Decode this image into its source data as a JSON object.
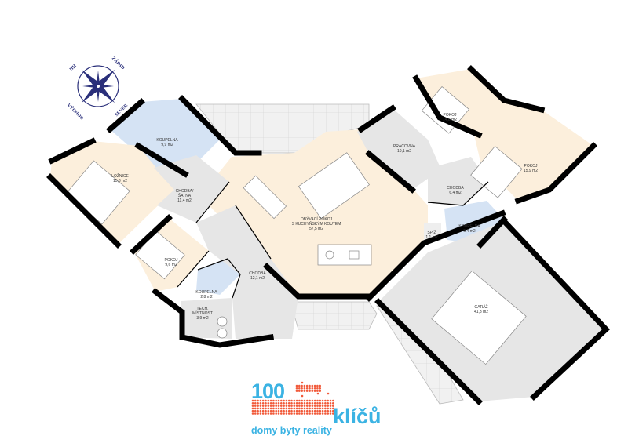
{
  "compass": {
    "jih": "JIH",
    "zapad": "ZÁPAD",
    "sever": "SEVER",
    "vychod": "VÝCHOD"
  },
  "rooms": {
    "koupelna1": {
      "name": "KOUPELNA",
      "area": "9,9 m2"
    },
    "loznice": {
      "name": "LOŽNICE",
      "area": "15,8 m2"
    },
    "chodba_satna": {
      "name": "CHODBA/",
      "name2": "ŠATNA",
      "area": "11,4 m2"
    },
    "pokoj1": {
      "name": "POKOJ",
      "area": "9,6 m2"
    },
    "koupelna2": {
      "name": "KOUPELNA",
      "area": "2,8 m2"
    },
    "tech": {
      "name": "TECH.",
      "name2": "MÍSTNOST",
      "area": "3,9 m2"
    },
    "chodba1": {
      "name": "CHODBA",
      "area": "12,1 m2"
    },
    "obyvaci": {
      "name": "OBÝVACÍ POKOJ",
      "name2": "S KUCHYŇSKÝM KOUTEM",
      "area": "57,5 m2"
    },
    "spiz": {
      "name": "SPÍŽ",
      "area": "1,1 m2"
    },
    "koupelna3": {
      "name": "KOUPELNA",
      "area": "5,4 m2"
    },
    "chodba2": {
      "name": "CHODBA",
      "area": "6,4 m2"
    },
    "pracovna": {
      "name": "PRACOVNA",
      "area": "10,1 m2"
    },
    "pokoj2": {
      "name": "POKOJ",
      "area": "14,8 m2"
    },
    "pokoj3": {
      "name": "POKOJ",
      "area": "15,9 m2"
    },
    "garaz": {
      "name": "GARÁŽ",
      "area": "41,3 m2"
    }
  },
  "logo": {
    "number": "100",
    "word": "klíčů",
    "tagline": "domy byty reality"
  },
  "colors": {
    "living": "#fcefdc",
    "bath": "#d5e3f4",
    "hall": "#e6e6e6",
    "wall": "#000000",
    "logo_blue": "#3bb3e3",
    "logo_orange": "#f15a3a",
    "compass": "#2a2f7a"
  }
}
